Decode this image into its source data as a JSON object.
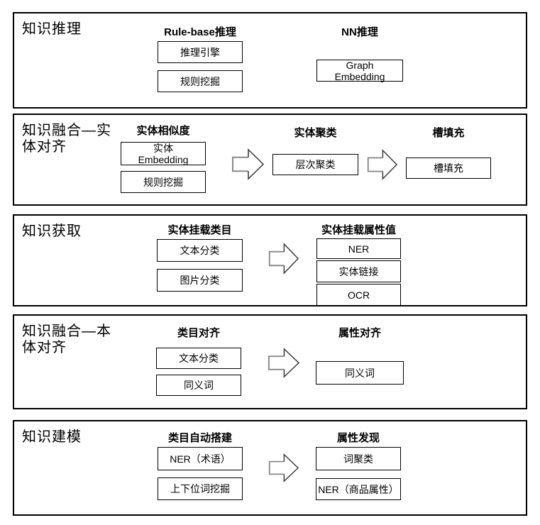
{
  "colors": {
    "background": "#ffffff",
    "panel_border": "#000000",
    "node_border": "#000000",
    "arrow_head": "#3d3d3d",
    "arrow_tail": "#8a8a8a"
  },
  "sections": [
    {
      "title": "知识推理",
      "columns": [
        {
          "header": "Rule-base推理",
          "boxes": [
            "推理引擎",
            "规则挖掘"
          ]
        },
        {
          "header": "NN推理",
          "boxes": [
            "Graph Embedding"
          ]
        }
      ]
    },
    {
      "title": "知识融合—实体对齐",
      "columns": [
        {
          "header": "实体相似度",
          "boxes": [
            "实体Embedding",
            "规则挖掘"
          ]
        },
        {
          "header": "实体聚类",
          "boxes": [
            "层次聚类"
          ]
        },
        {
          "header": "槽填充",
          "boxes": [
            "槽填充"
          ]
        }
      ]
    },
    {
      "title": "知识获取",
      "columns": [
        {
          "header": "实体挂载类目",
          "boxes": [
            "文本分类",
            "图片分类"
          ]
        },
        {
          "header": "实体挂载属性值",
          "boxes": [
            "NER",
            "实体链接",
            "OCR"
          ]
        }
      ]
    },
    {
      "title": "知识融合—本体对齐",
      "columns": [
        {
          "header": "类目对齐",
          "boxes": [
            "文本分类",
            "同义词"
          ]
        },
        {
          "header": "属性对齐",
          "boxes": [
            "同义词"
          ]
        }
      ]
    },
    {
      "title": "知识建模",
      "columns": [
        {
          "header": "类目自动搭建",
          "boxes": [
            "NER（术语）",
            "上下位词挖掘"
          ]
        },
        {
          "header": "属性发现",
          "boxes": [
            "词聚类",
            "NER（商品属性）"
          ]
        }
      ]
    }
  ]
}
